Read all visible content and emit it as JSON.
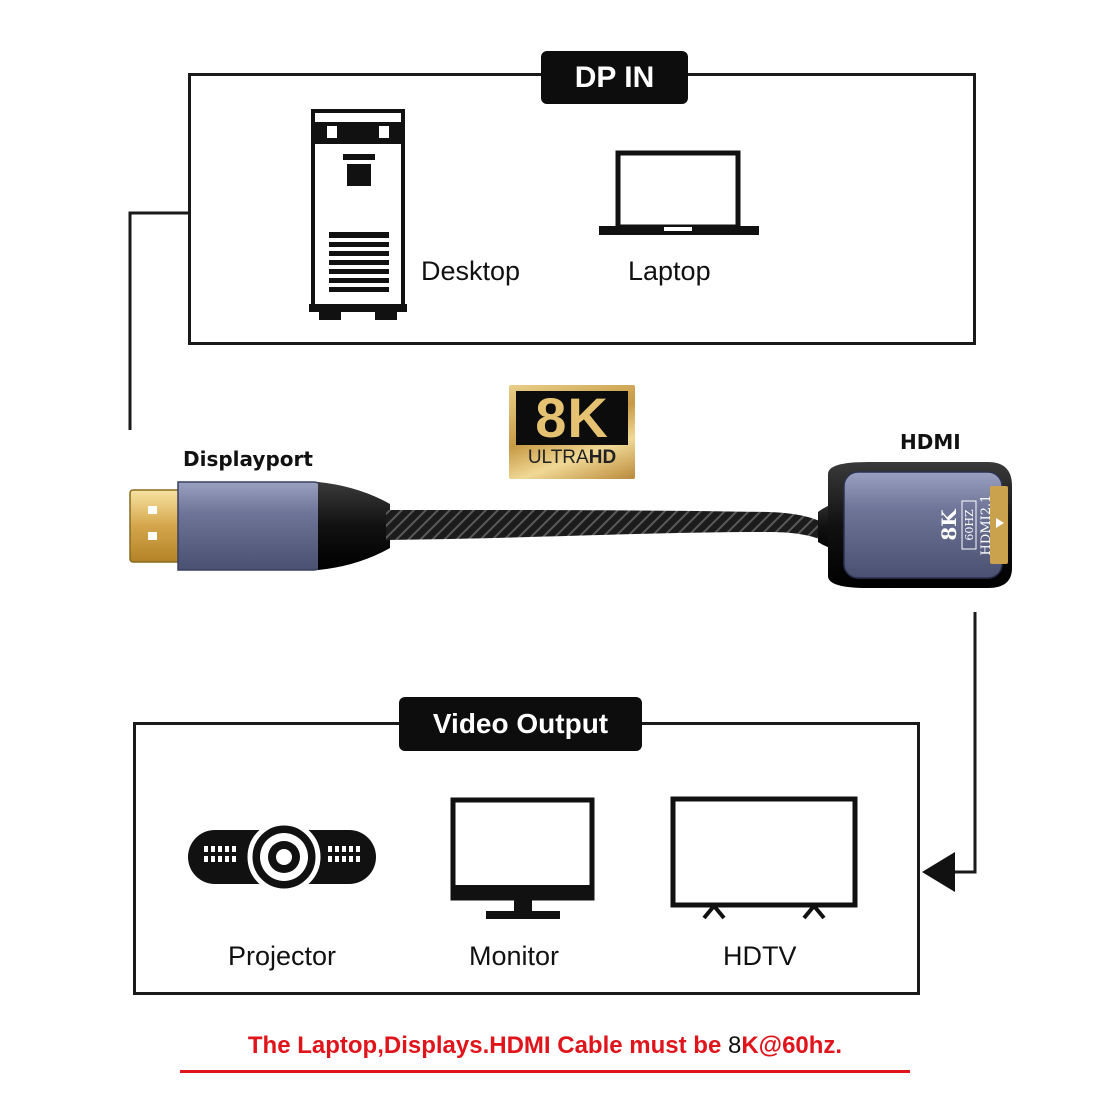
{
  "dp_in": {
    "title": "DP IN",
    "devices": [
      {
        "label": "Desktop",
        "icon": "desktop-tower-icon"
      },
      {
        "label": "Laptop",
        "icon": "laptop-icon"
      }
    ]
  },
  "badge": {
    "big": "8K",
    "sub_plain": "ULTRA",
    "sub_bold": "HD",
    "colors": {
      "gold": "#e4c272",
      "frame": "#c79a45"
    }
  },
  "adapter": {
    "left_label": "Displayport",
    "right_label": "HDMI",
    "head_print": {
      "res": "8K",
      "hz": "60HZ",
      "std": "HDMI2.1"
    }
  },
  "video_output": {
    "title": "Video Output",
    "devices": [
      {
        "label": "Projector",
        "icon": "projector-icon"
      },
      {
        "label": "Monitor",
        "icon": "monitor-icon"
      },
      {
        "label": "HDTV",
        "icon": "hdtv-icon"
      }
    ]
  },
  "note": {
    "part1": "The Laptop,Displays.HDMI Cable must be ",
    "part2": "8",
    "part3": "K@60hz.",
    "color": "#e0141b"
  }
}
